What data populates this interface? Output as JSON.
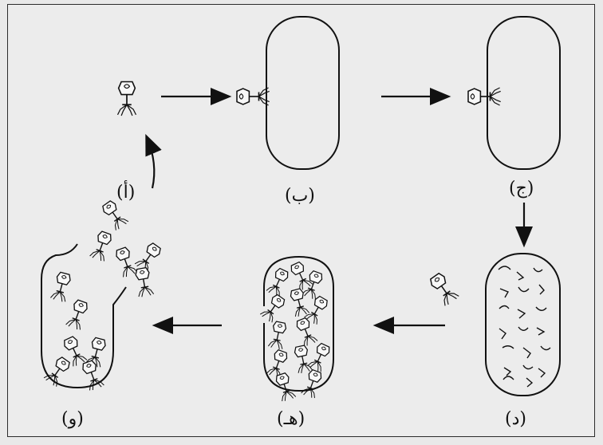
{
  "labels": {
    "a": "(أ)",
    "b": "(ب)",
    "c": "(ج)",
    "d": "(د)",
    "e": "(هـ)",
    "f": "(و)"
  },
  "colors": {
    "background": "#ececec",
    "ink": "#111111"
  },
  "icons": {
    "phage": "bacteriophage-icon",
    "arrow": "arrow-icon",
    "cell": "bacterial-cell-icon"
  }
}
